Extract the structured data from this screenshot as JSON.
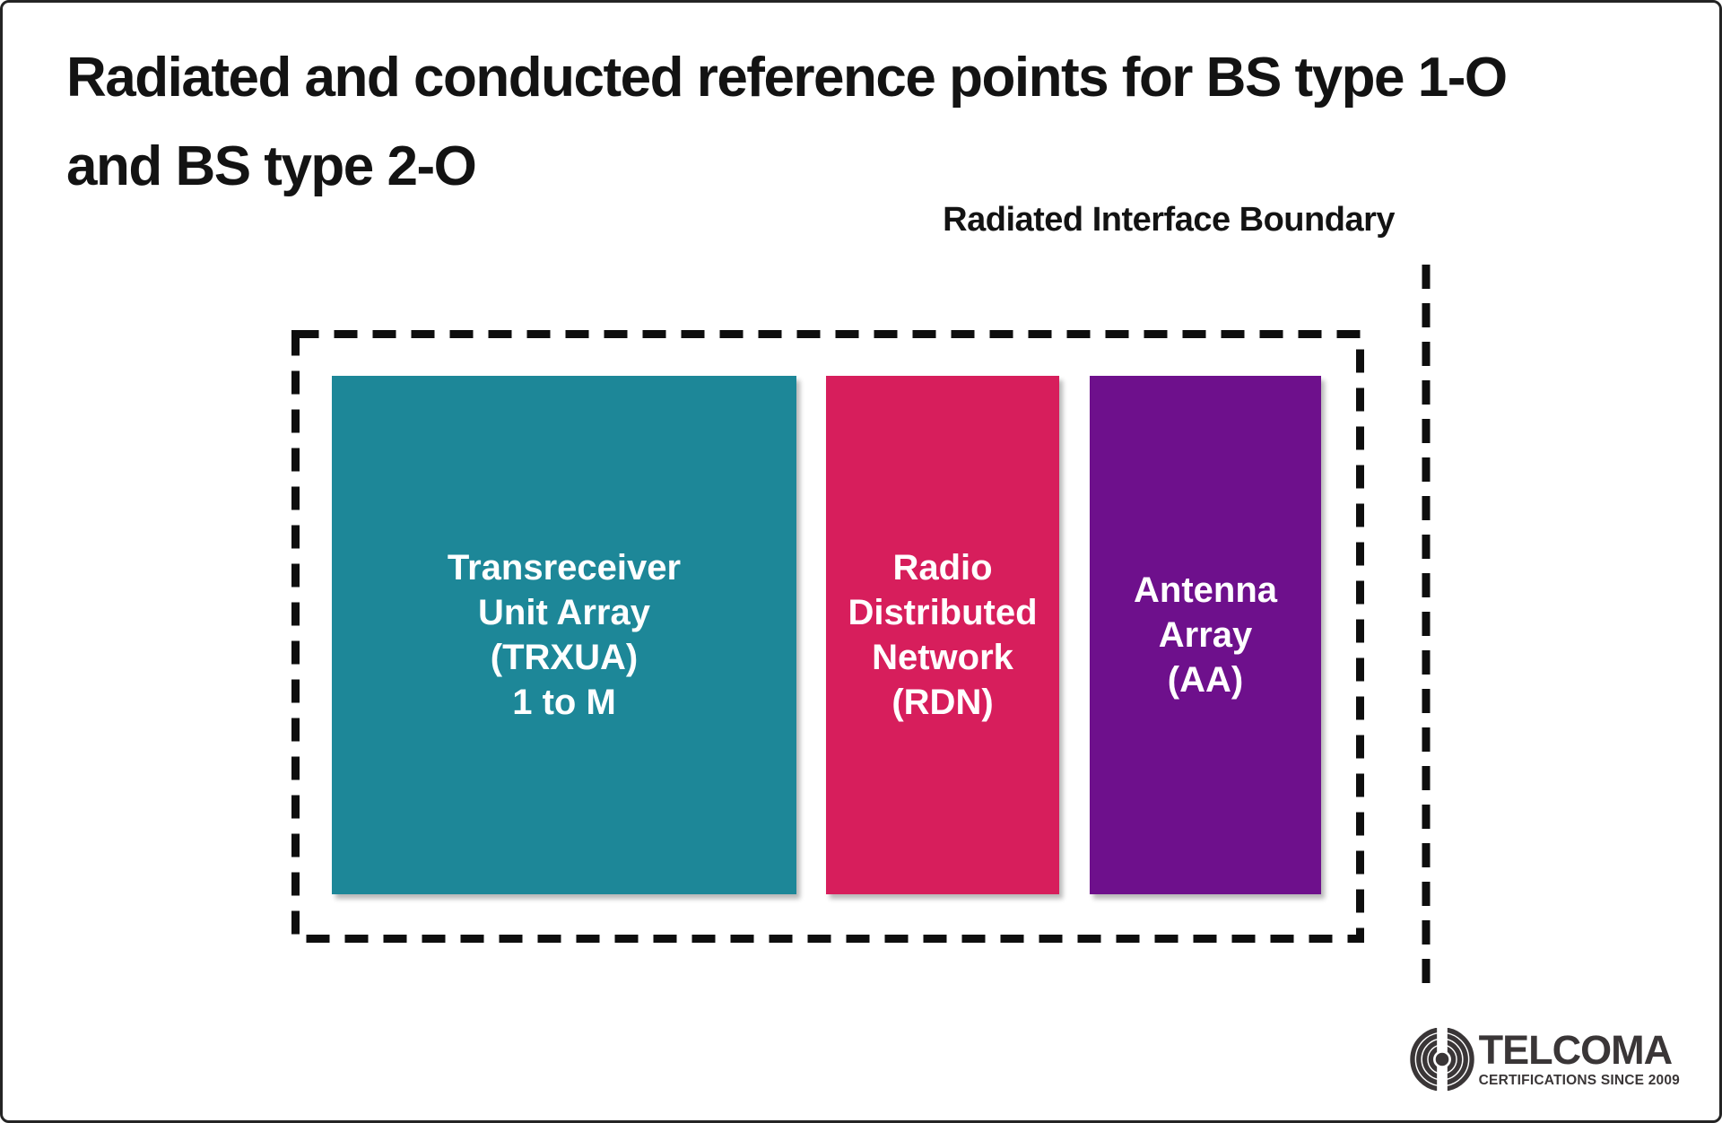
{
  "title": {
    "line1": "Radiated and conducted reference points for BS type 1-O",
    "line2": "and BS type 2-O",
    "ink": "#131313"
  },
  "diagram": {
    "boundary_label": "Radiated Interface Boundary",
    "dash_color": "#0e0e0e",
    "blocks": [
      {
        "lines": [
          "Transreceiver",
          "Unit Array",
          "(TRXUA)",
          "1 to M"
        ],
        "color": "#1d8798",
        "text_color": "#ffffff"
      },
      {
        "lines": [
          "Radio",
          "Distributed",
          "Network",
          "(RDN)"
        ],
        "color": "#d71e5c",
        "text_color": "#ffffff"
      },
      {
        "lines": [
          "Antenna",
          "Array",
          "(AA)"
        ],
        "color": "#6e108c",
        "text_color": "#ffffff"
      }
    ]
  },
  "logo": {
    "brand": "TELCOMA",
    "tagline": "CERTIFICATIONS SINCE 2009",
    "color": "#3a3637"
  }
}
